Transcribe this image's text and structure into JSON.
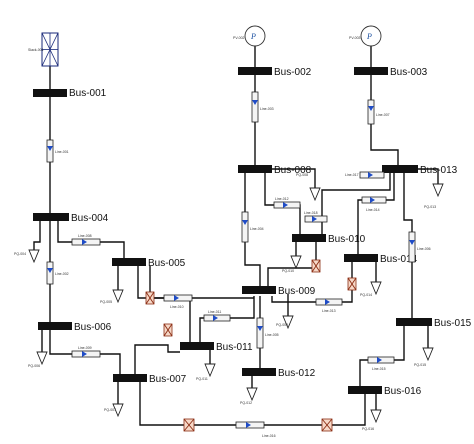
{
  "buses": [
    {
      "id": "b001",
      "label": "Bus-001"
    },
    {
      "id": "b002",
      "label": "Bus-002"
    },
    {
      "id": "b003",
      "label": "Bus-003"
    },
    {
      "id": "b004",
      "label": "Bus-004"
    },
    {
      "id": "b005",
      "label": "Bus-005"
    },
    {
      "id": "b006",
      "label": "Bus-006"
    },
    {
      "id": "b007",
      "label": "Bus-007"
    },
    {
      "id": "b008",
      "label": "Bus-008"
    },
    {
      "id": "b009",
      "label": "Bus-009"
    },
    {
      "id": "b010",
      "label": "Bus-010"
    },
    {
      "id": "b011",
      "label": "Bus-011"
    },
    {
      "id": "b012",
      "label": "Bus-012"
    },
    {
      "id": "b013",
      "label": "Bus-013"
    },
    {
      "id": "b014",
      "label": "Bus-014"
    },
    {
      "id": "b015",
      "label": "Bus-015"
    },
    {
      "id": "b016",
      "label": "Bus-016"
    }
  ],
  "sources": {
    "slack_label": "Slack-001",
    "gen_symbol": "P",
    "gen2_label": "PV-002",
    "gen3_label": "PV-003"
  },
  "line_labels": [
    "Line-001",
    "Line-002",
    "Line-003",
    "Line-004",
    "Line-005",
    "Line-006",
    "Line-007",
    "Line-008",
    "Line-009",
    "Line-010",
    "Line-011",
    "Line-012",
    "Line-013",
    "Line-014",
    "Line-015",
    "Line-016",
    "Line-017",
    "Line-018"
  ],
  "load_labels": [
    "PQ-004",
    "PQ-005",
    "PQ-006",
    "PQ-007",
    "PQ-008",
    "PQ-009",
    "PQ-010",
    "PQ-011",
    "PQ-012",
    "PQ-013",
    "PQ-014",
    "PQ-015",
    "PQ-016"
  ]
}
